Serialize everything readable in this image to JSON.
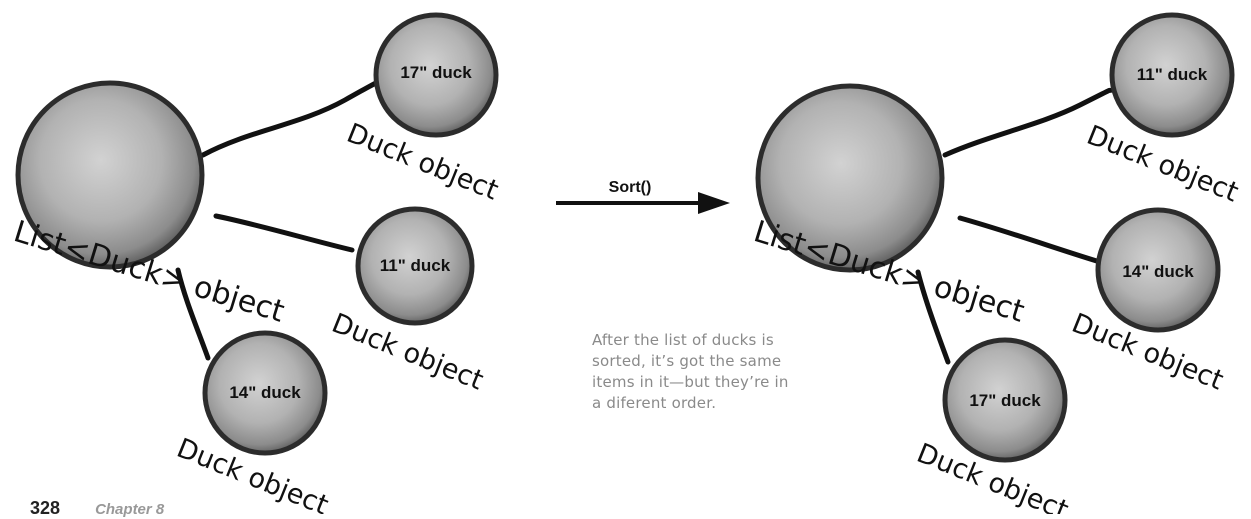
{
  "before": {
    "list_label": "List<Duck> object",
    "ducks": [
      {
        "size": "17\" duck",
        "label": "Duck object"
      },
      {
        "size": "11\" duck",
        "label": "Duck object"
      },
      {
        "size": "14\" duck",
        "label": "Duck object"
      }
    ]
  },
  "arrow": {
    "label": "Sort()"
  },
  "after": {
    "list_label": "List<Duck> object",
    "ducks": [
      {
        "size": "11\" duck",
        "label": "Duck object"
      },
      {
        "size": "14\" duck",
        "label": "Duck object"
      },
      {
        "size": "17\" duck",
        "label": "Duck object"
      }
    ]
  },
  "note": {
    "lines": [
      "After the list of ducks is",
      "sorted, it’s got the same",
      "items in it—but they’re in",
      "a diferent order."
    ]
  },
  "footer": {
    "page": "328",
    "chapter": "Chapter 8"
  }
}
